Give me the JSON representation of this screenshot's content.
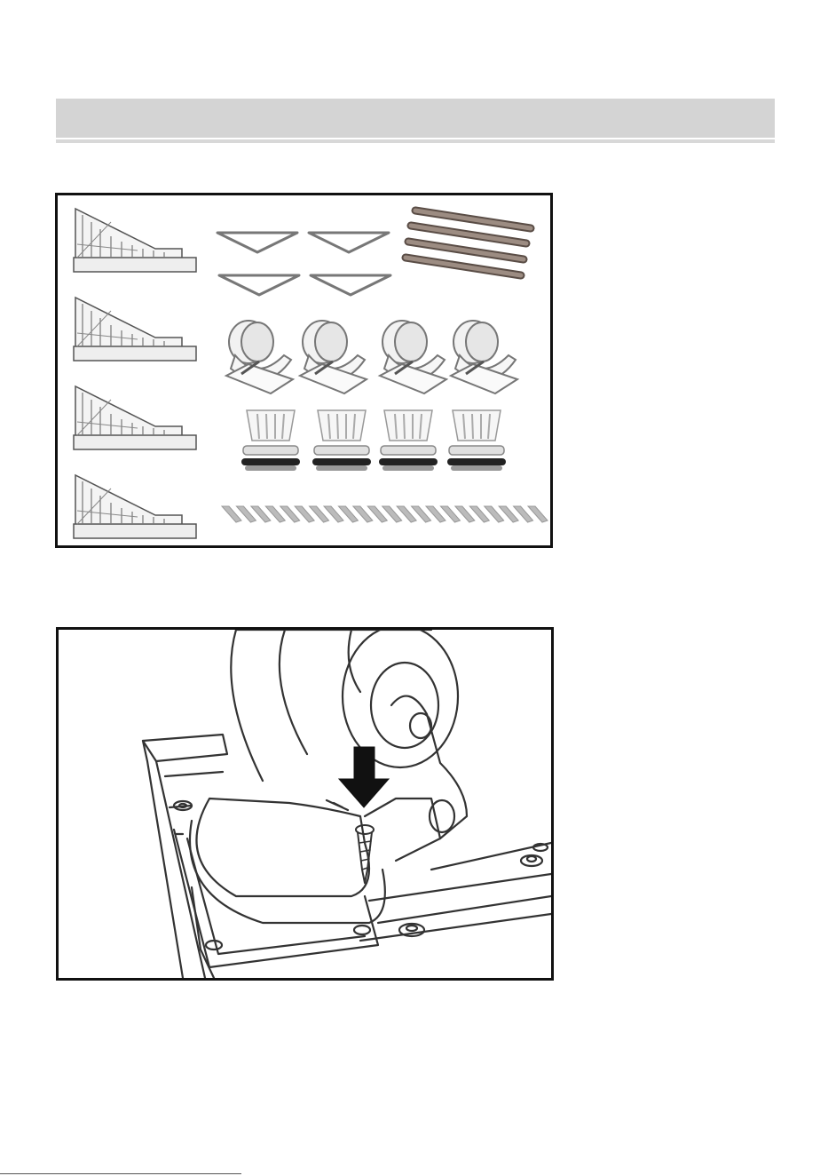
{
  "page": {
    "header_bar_color": "#d4d4d4",
    "panel_border_color": "#111111"
  },
  "figures": [
    {
      "name": "parts-overview",
      "shows": [
        "corner-base",
        "triangle-bracket",
        "rod",
        "caster-wheel",
        "adjustable-foot",
        "screw"
      ]
    },
    {
      "name": "caster-installation",
      "shows": [
        "caster-wheel",
        "down-arrow-icon",
        "screw"
      ]
    }
  ],
  "parts_counts": {
    "corner_bases": 4,
    "triangle_brackets": 4,
    "rods": 4,
    "caster_wheels": 4,
    "adjustable_feet": 4,
    "screws": 22
  },
  "colors": {
    "rod": "#8a7a70",
    "line": "#333333",
    "arrow": "#111111"
  }
}
